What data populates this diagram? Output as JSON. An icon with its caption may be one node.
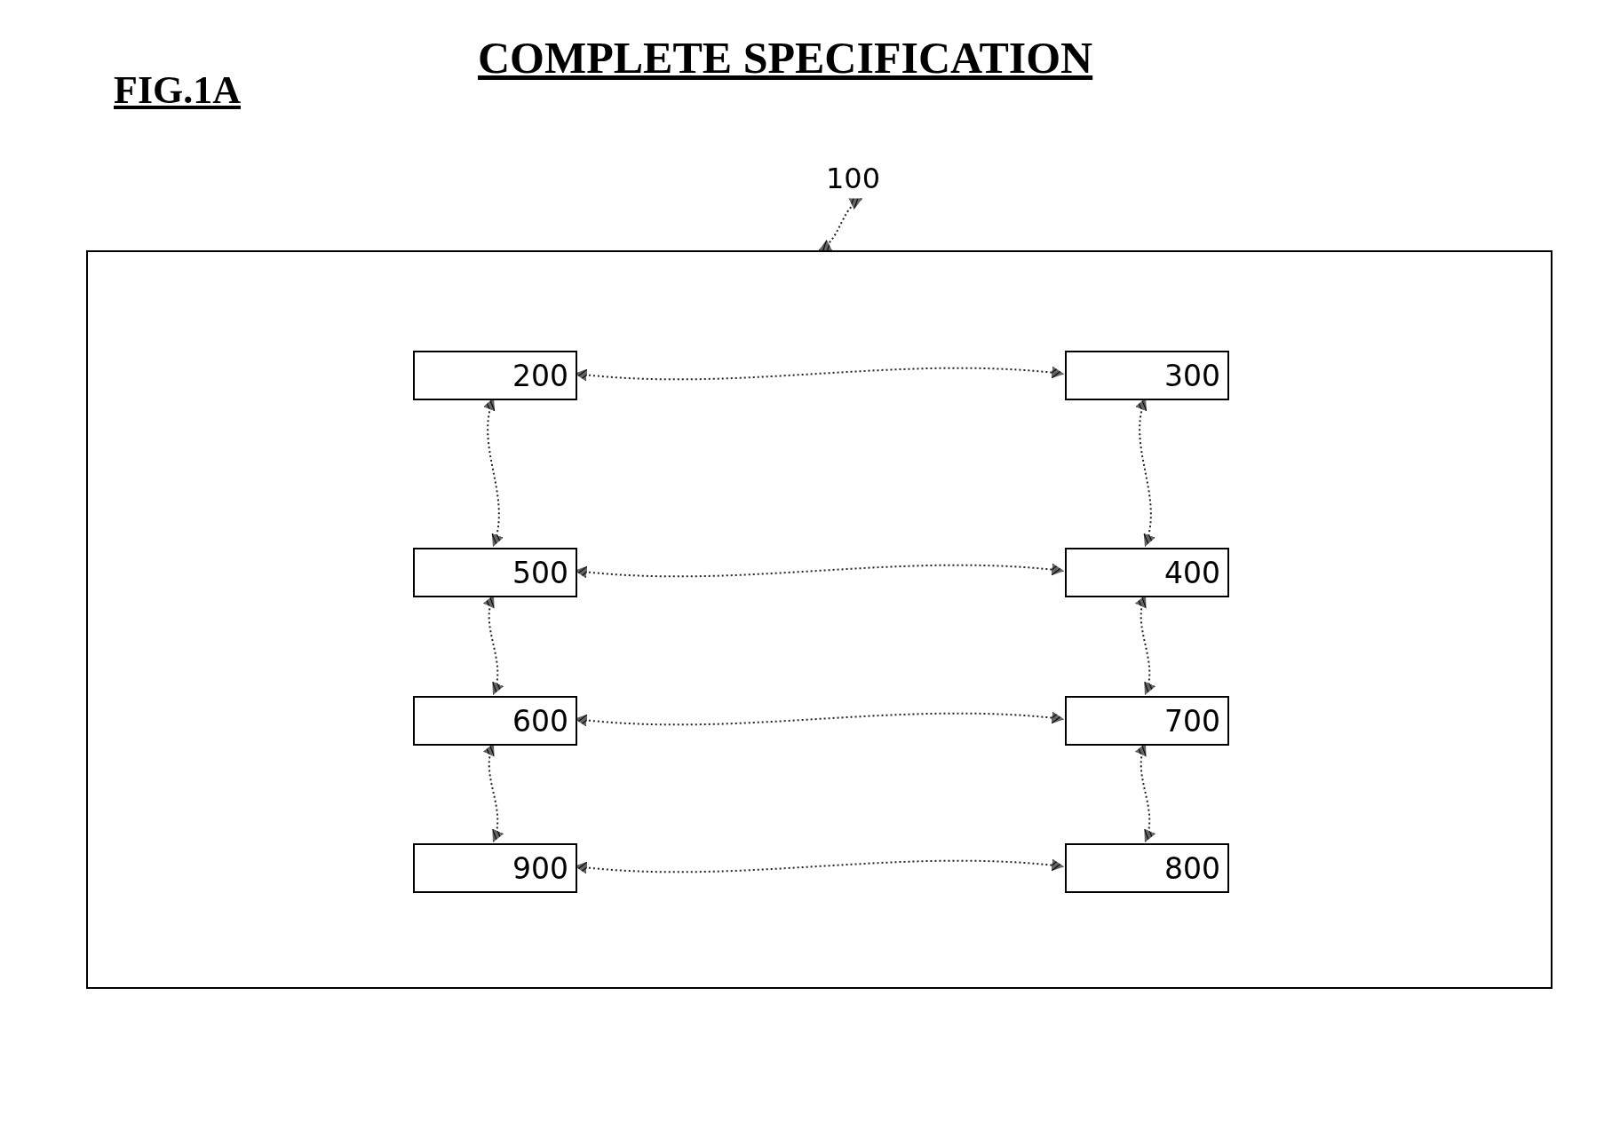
{
  "diagram": {
    "title": "COMPLETE SPECIFICATION",
    "nodes": [
      {
        "text": [
          "100"
        ]
      },
      {
        "text": [],
        "shape": "box"
      },
      {
        "text": [
          "200"
        ],
        "in": 1
      },
      {
        "text": [
          "300"
        ],
        "in": 1
      },
      {
        "text": [
          "500"
        ],
        "in": 1
      },
      {
        "text": [
          "400"
        ],
        "in": 1
      },
      {
        "text": [
          "600"
        ],
        "in": 1
      },
      {
        "text": [
          "700"
        ],
        "in": 1
      },
      {
        "text": [
          "900"
        ],
        "in": 1
      },
      {
        "text": [
          "800"
        ],
        "in": 1
      }
    ],
    "edges": [
      {
        "from": 0,
        "to": 1,
        "arrow": "both"
      },
      {
        "from": 2,
        "to": 3,
        "arrow": "both"
      },
      {
        "from": 2,
        "to": 4,
        "arrow": "both"
      },
      {
        "from": 3,
        "to": 5,
        "arrow": "both"
      },
      {
        "from": 4,
        "to": 5,
        "arrow": "both"
      },
      {
        "from": 4,
        "to": 6,
        "arrow": "both"
      },
      {
        "from": 5,
        "to": 7,
        "arrow": "both"
      },
      {
        "from": 6,
        "to": 7,
        "arrow": "both"
      },
      {
        "from": 6,
        "to": 8,
        "arrow": "both"
      },
      {
        "from": 7,
        "to": 9,
        "arrow": "both"
      },
      {
        "from": 8,
        "to": 9,
        "arrow": "both"
      }
    ],
    "labels": [
      "FIG.1A"
    ]
  }
}
